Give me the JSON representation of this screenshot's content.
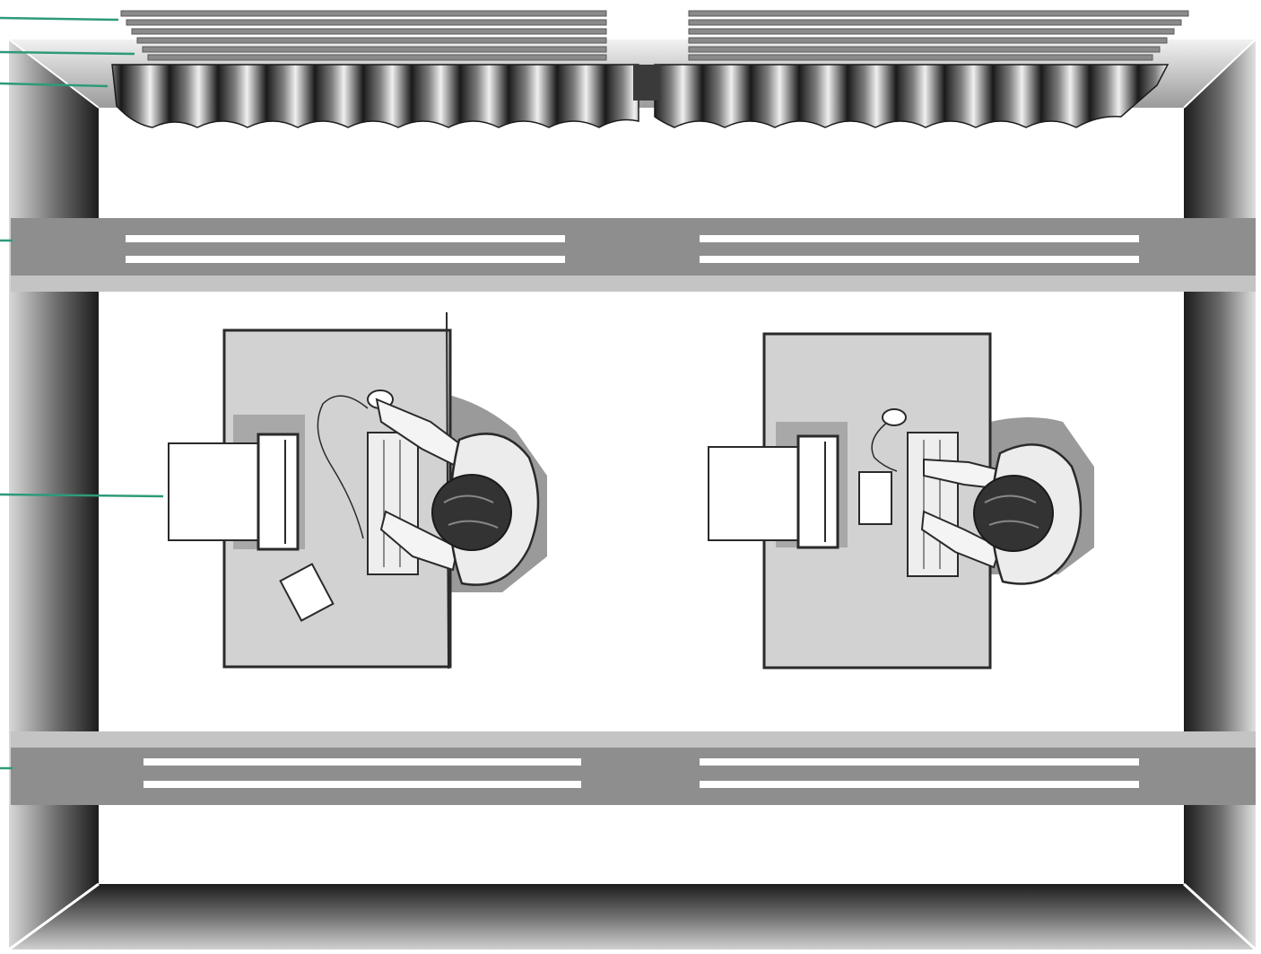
{
  "diagram": {
    "kind": "office-workstation-plan-view",
    "wall_color": "#7a7a7a",
    "floor_color": "#ffffff",
    "desk_color": "#d2d2d2",
    "fixture_color": "#8e8e8e",
    "leader_line_color": "#2e9a7a",
    "callouts": [
      {
        "target": "window-blind-slats-outer"
      },
      {
        "target": "window-blind-slats-inner"
      },
      {
        "target": "curtain-valance"
      },
      {
        "target": "ceiling-light-fixture-upper"
      },
      {
        "target": "computer-monitor"
      },
      {
        "target": "ceiling-light-fixture-lower"
      }
    ],
    "workstations": [
      {
        "position": "left",
        "items": [
          "desk",
          "monitor",
          "keyboard",
          "mouse",
          "document",
          "worker"
        ]
      },
      {
        "position": "right",
        "items": [
          "desk",
          "monitor",
          "keyboard",
          "mouse",
          "document",
          "worker"
        ]
      }
    ],
    "light_fixtures": 2,
    "windows": 2
  }
}
